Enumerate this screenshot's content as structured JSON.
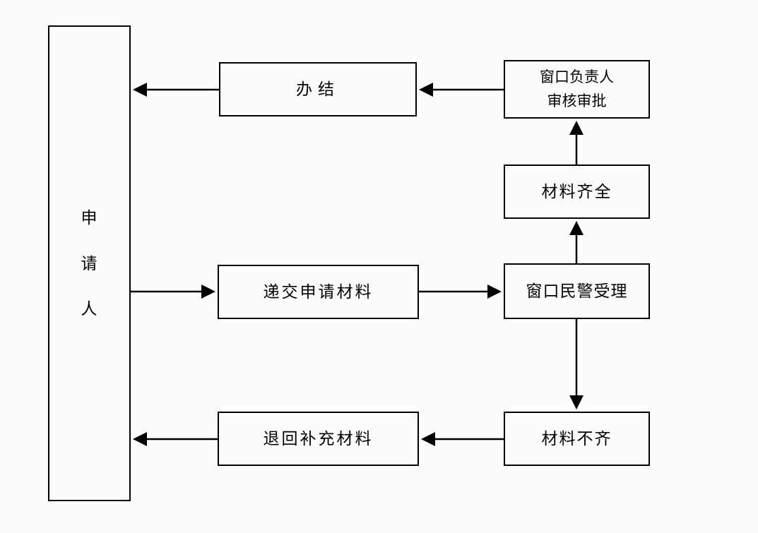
{
  "diagram": {
    "description": "Approval process flowchart",
    "colors": {
      "background": "#fcfcfc",
      "border": "#000000",
      "text": "#000000",
      "arrow": "#000000"
    },
    "nodes": {
      "applicant": {
        "label": "申\n请\n人"
      },
      "complete": {
        "label": "办结"
      },
      "supervisor_review": {
        "label": "窗口负责人\n审核审批"
      },
      "materials_complete": {
        "label": "材料齐全"
      },
      "submit_materials": {
        "label": "递交申请材料"
      },
      "window_police_accept": {
        "label": "窗口民警受理"
      },
      "return_supplement": {
        "label": "退回补充材料"
      },
      "materials_incomplete": {
        "label": "材料不齐"
      }
    },
    "edges": [
      {
        "from": "applicant",
        "to": "submit_materials"
      },
      {
        "from": "submit_materials",
        "to": "window_police_accept"
      },
      {
        "from": "window_police_accept",
        "to": "materials_complete"
      },
      {
        "from": "materials_complete",
        "to": "supervisor_review"
      },
      {
        "from": "supervisor_review",
        "to": "complete"
      },
      {
        "from": "complete",
        "to": "applicant"
      },
      {
        "from": "window_police_accept",
        "to": "materials_incomplete"
      },
      {
        "from": "materials_incomplete",
        "to": "return_supplement"
      },
      {
        "from": "return_supplement",
        "to": "applicant"
      }
    ]
  }
}
